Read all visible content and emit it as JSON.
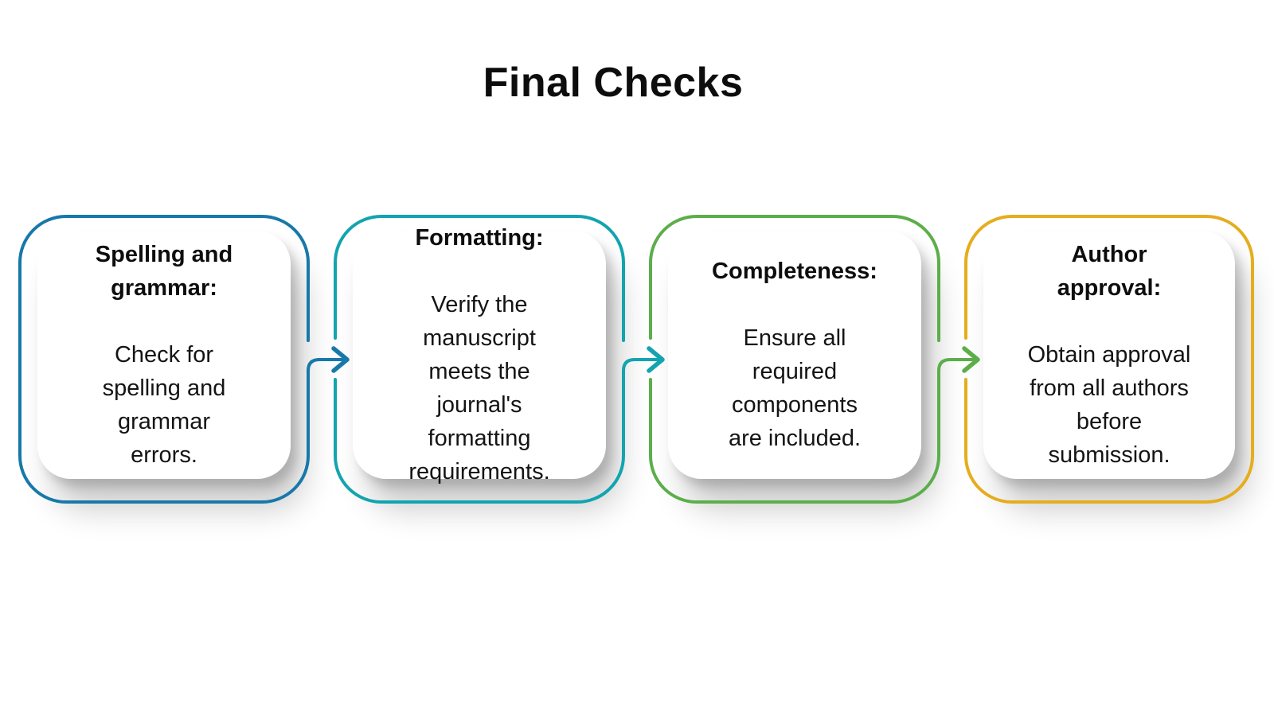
{
  "title": "Final Checks",
  "steps": [
    {
      "heading": "Spelling and\ngrammar:",
      "body": "Check for\nspelling and\ngrammar\nerrors.",
      "border_color": "#1878A9"
    },
    {
      "heading": "Formatting:",
      "body": "Verify the\nmanuscript\nmeets the\njournal's\nformatting\nrequirements.",
      "border_color": "#12A4AF"
    },
    {
      "heading": "Completeness:",
      "body": "Ensure all\nrequired\ncomponents\nare included.",
      "border_color": "#5CAE4A"
    },
    {
      "heading": "Author\napproval:",
      "body": "Obtain approval\nfrom all authors\nbefore\nsubmission.",
      "border_color": "#E5AD1E"
    }
  ],
  "colors": {
    "background": "#ffffff",
    "text": "#141414",
    "title_text": "#0d0d0d",
    "card_fill": "#ffffff"
  }
}
